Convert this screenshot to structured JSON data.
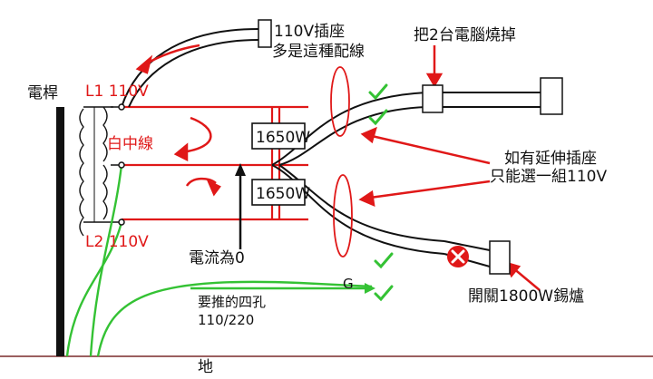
{
  "labels": {
    "pole": "電桿",
    "l1": "L1  110V",
    "l2": "L2  110V",
    "neutral": "白中線",
    "outlet_110": "110V插座",
    "outlet_note": "多是這種配線",
    "computers_burned": "把2台電腦燒掉",
    "extension_line1": "如有延伸插座",
    "extension_line2": "只能選一組110V",
    "load_top": "1650W",
    "load_bottom": "1650W",
    "current_zero": "電流為0",
    "four_hole_line1": "要推的四孔",
    "four_hole_line2": "110/220",
    "ground_tag": "G",
    "heater": "開關1800W錫爐",
    "ground": "地"
  },
  "colors": {
    "live_wire": "#e01818",
    "neutral_wire": "#34c234",
    "cable": "#111111",
    "check": "#34c234",
    "cross": "#e01818"
  },
  "icons": {
    "check": "check-icon",
    "cross": "cross-icon",
    "transformer": "transformer-coil-icon"
  }
}
